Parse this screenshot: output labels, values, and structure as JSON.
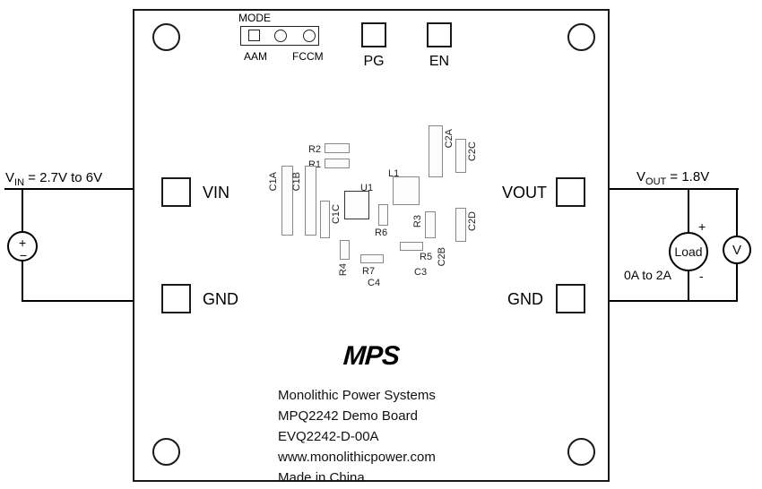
{
  "board": {
    "mode": {
      "title": "MODE",
      "aam": "AAM",
      "fccm": "FCCM"
    },
    "testpoints": {
      "pg": "PG",
      "en": "EN"
    },
    "pads": {
      "vin": "VIN",
      "gnd_left": "GND",
      "vout": "VOUT",
      "gnd_right": "GND"
    },
    "components": {
      "r1": "R1",
      "r2": "R2",
      "r3": "R3",
      "r4": "R4",
      "r5": "R5",
      "r6": "R6",
      "r7": "R7",
      "c1a": "C1A",
      "c1b": "C1B",
      "c1c": "C1C",
      "c2a": "C2A",
      "c2b": "C2B",
      "c2c": "C2C",
      "c2d": "C2D",
      "c3": "C3",
      "c4": "C4",
      "u1": "U1",
      "l1": "L1"
    },
    "logo_text": "MPS",
    "info_lines": [
      "Monolithic Power Systems",
      "MPQ2242 Demo Board",
      "EVQ2242-D-00A",
      "www.monolithicpower.com",
      "Made in China"
    ]
  },
  "input_circuit": {
    "label_v": "V",
    "label_sub": "IN",
    "label_rest": " = 2.7V to 6V",
    "plus": "+",
    "minus": "−"
  },
  "output_circuit": {
    "label_v": "V",
    "label_sub": "OUT",
    "label_rest": " = 1.8V",
    "load": "Load",
    "range": "0A to 2A",
    "meter": "V",
    "plus": "+",
    "minus": "-"
  }
}
